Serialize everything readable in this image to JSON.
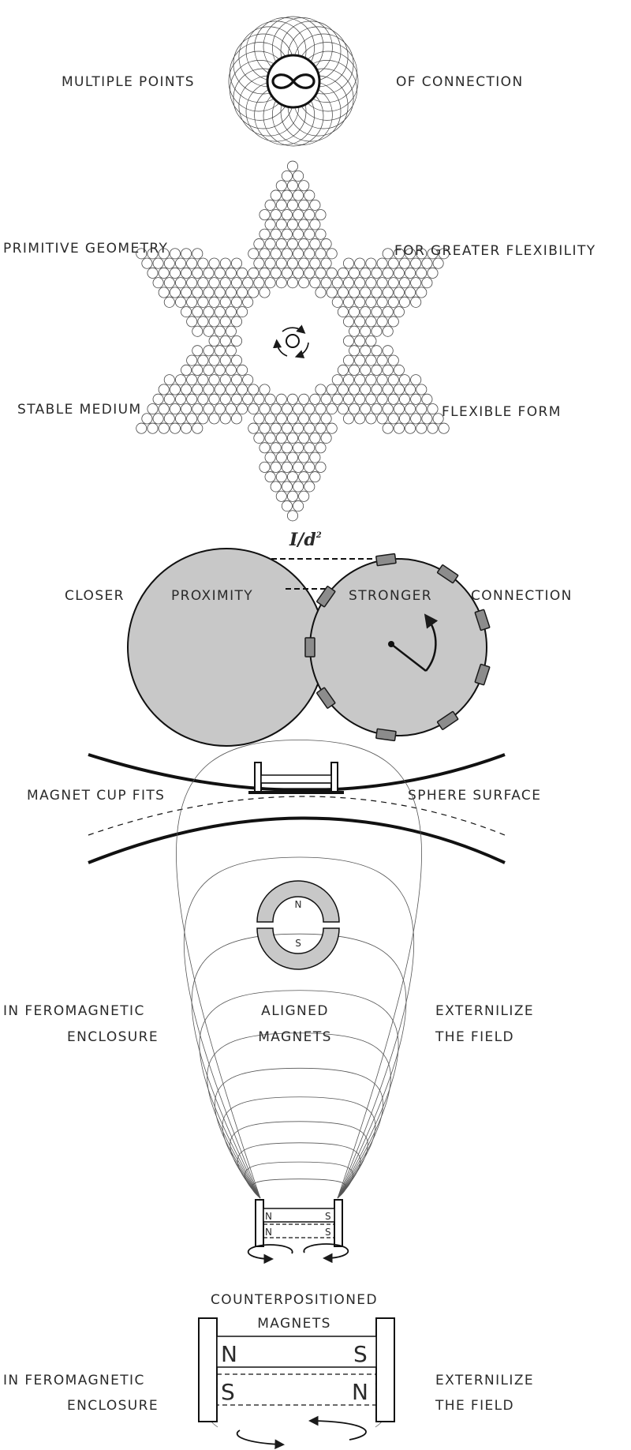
{
  "connection": {
    "left": "MULTIPLE POINTS",
    "right": "OF CONNECTION"
  },
  "geometry": {
    "top_left": "PRIMITIVE GEOMETRY",
    "top_right": "FOR GREATER FLEXIBILITY",
    "bottom_left": "STABLE MEDIUM",
    "bottom_right": "FLEXIBLE FORM"
  },
  "proximity": {
    "formula": "I/d",
    "formula_exp": "2",
    "closer": "CLOSER",
    "proximity": "PROXIMITY",
    "stronger": "STRONGER",
    "connection": "CONNECTION"
  },
  "cup": {
    "left": "MAGNET CUP FITS",
    "right": "SPHERE SURFACE"
  },
  "aligned": {
    "ring_n": "N",
    "ring_s": "S",
    "left_1": "IN FEROMAGNETIC",
    "left_2": "ENCLOSURE",
    "center_1": "ALIGNED",
    "center_2": "MAGNETS",
    "right_1": "EXTERNILIZE",
    "right_2": "THE FIELD",
    "pole_n": "N",
    "pole_s": "S"
  },
  "counter": {
    "title_1": "COUNTERPOSITIONED",
    "title_2": "MAGNETS",
    "left_1": "IN FEROMAGNETIC",
    "left_2": "ENCLOSURE",
    "right_1": "EXTERNILIZE",
    "right_2": "THE FIELD",
    "pole_n": "N",
    "pole_s": "S"
  },
  "colors": {
    "ink": "#1a1a1a",
    "sphere_fill": "#c8c8c8",
    "magnet_fill": "#8c8c8c"
  }
}
